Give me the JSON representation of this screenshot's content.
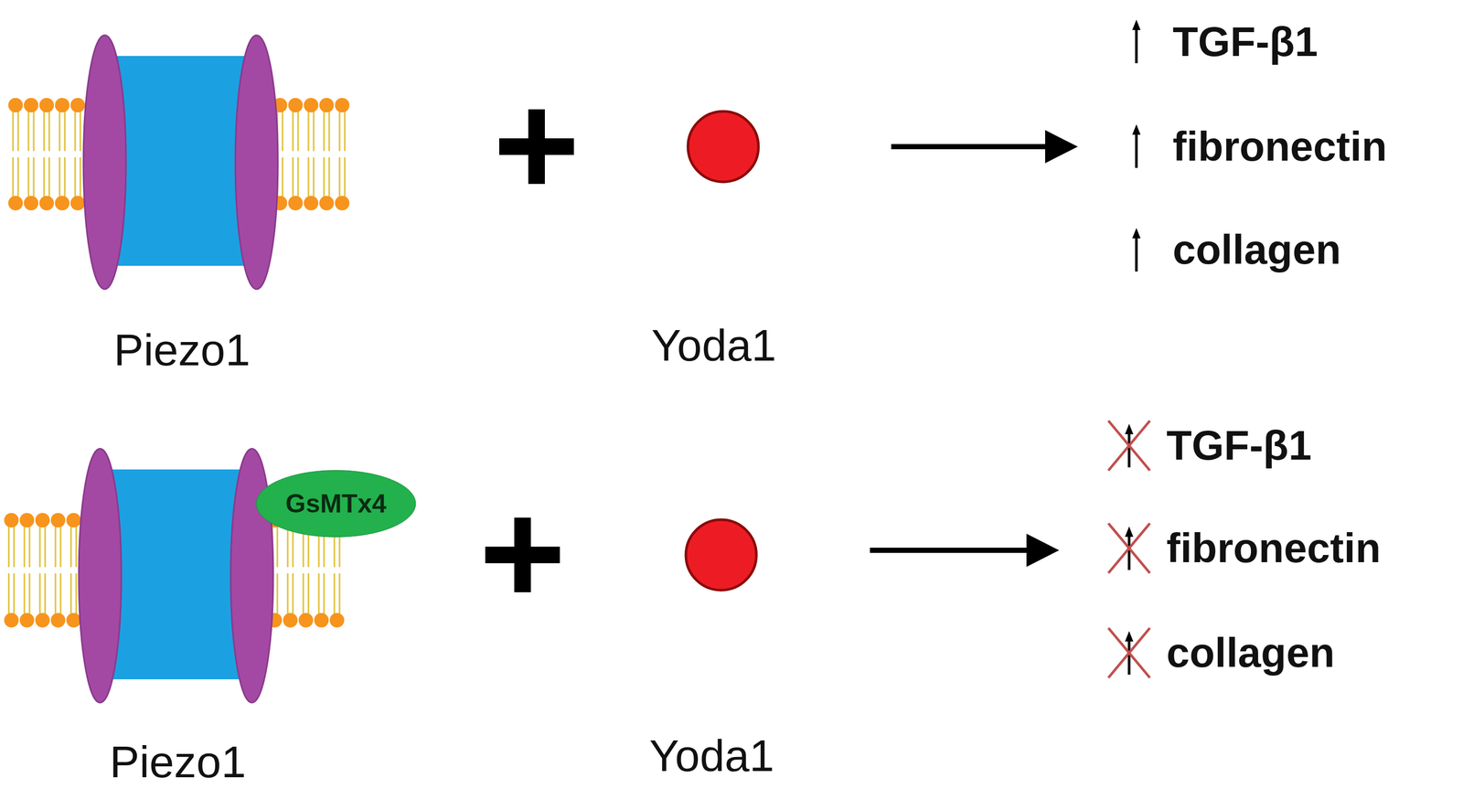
{
  "diagram": {
    "nodes": [
      {
        "text": [
          "Piezo1"
        ]
      },
      {
        "text": [
          "Yoda1"
        ]
      },
      {
        "text": [
          "Piezo1"
        ]
      },
      {
        "text": [
          "GsMTx4"
        ]
      },
      {
        "text": [
          "Yoda1"
        ]
      }
    ],
    "labels": [
      "TGF-β1",
      "fibronectin",
      "collagen",
      "TGF-β1",
      "fibronectin",
      "collagen"
    ]
  }
}
